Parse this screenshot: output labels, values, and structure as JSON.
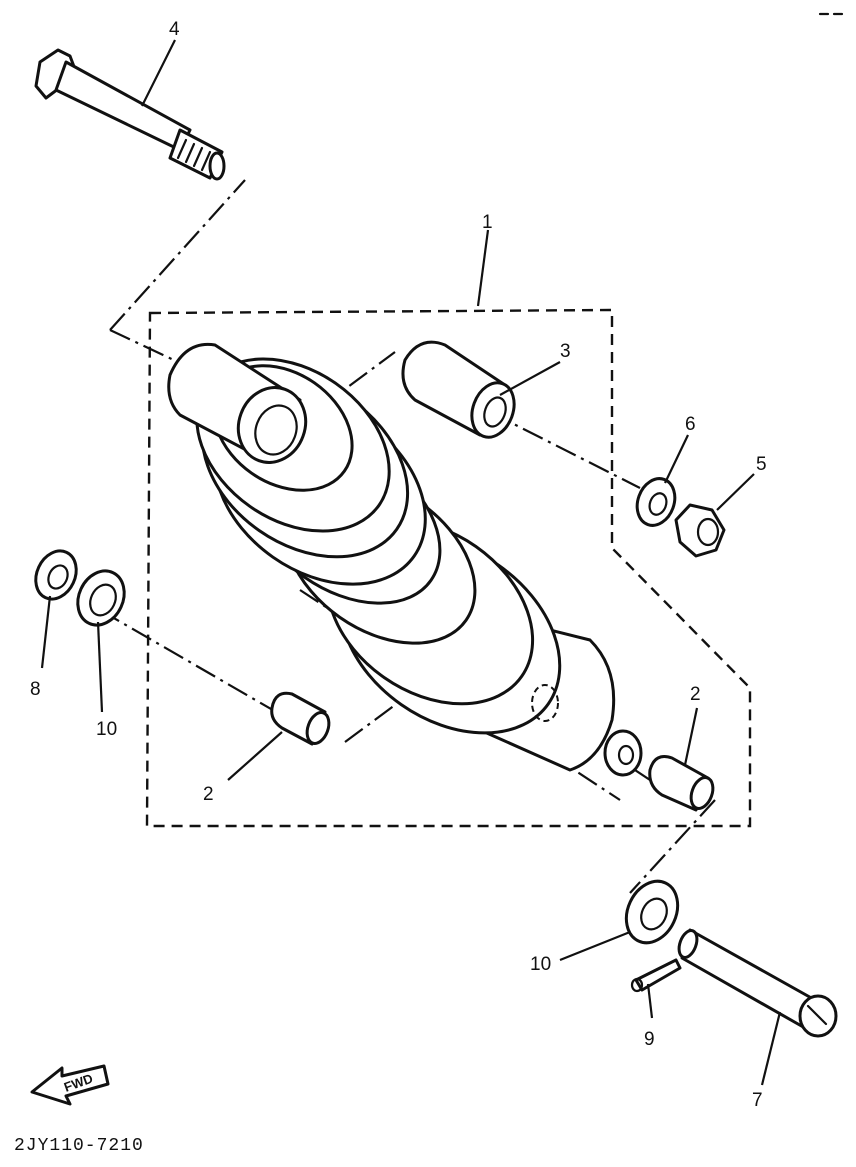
{
  "callouts": {
    "c1": "1",
    "c2a": "2",
    "c2b": "2",
    "c3": "3",
    "c4": "4",
    "c5": "5",
    "c6": "6",
    "c7": "7",
    "c8": "8",
    "c9": "9",
    "c10a": "10",
    "c10b": "10"
  },
  "fwd_label": "FWD",
  "diagram_code": "2JY110-7210"
}
